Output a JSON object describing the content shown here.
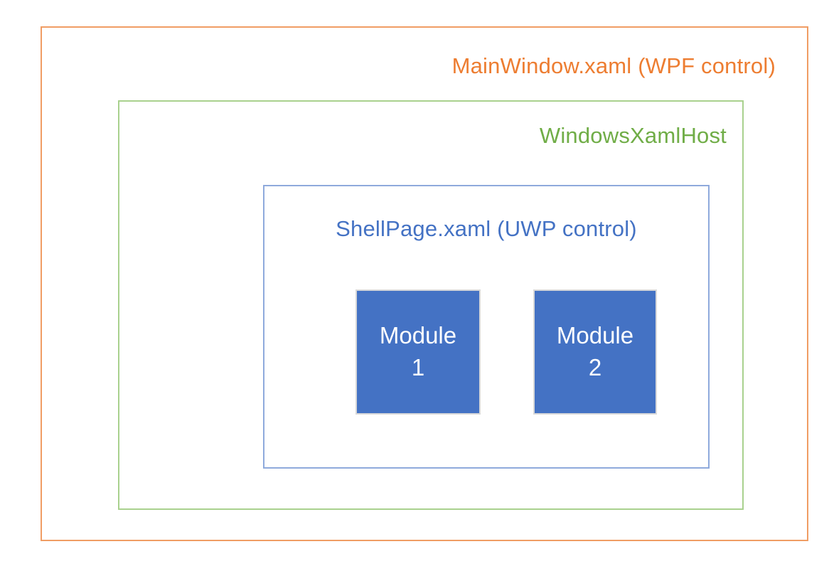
{
  "diagram": {
    "title": "WPF / UWP XAML island nesting diagram",
    "background_color": "#FFFFFF",
    "outer_box": {
      "label": "MainWindow.xaml (WPF control)",
      "text_color": "#ED7D31",
      "border_color": "#F09D64"
    },
    "host_box": {
      "label": "WindowsXamlHost",
      "text_color": "#70AD47",
      "border_color": "#A9D18E"
    },
    "shell_box": {
      "label": "ShellPage.xaml (UWP control)",
      "text_color": "#4472C4",
      "border_color": "#8FAADC"
    },
    "modules": [
      {
        "line1": "Module",
        "line2": "1",
        "fill_color": "#4472C4",
        "border_color": "#D9D9D9",
        "text_color": "#FFFFFF"
      },
      {
        "line1": "Module",
        "line2": "2",
        "fill_color": "#4472C4",
        "border_color": "#D9D9D9",
        "text_color": "#FFFFFF"
      }
    ]
  }
}
